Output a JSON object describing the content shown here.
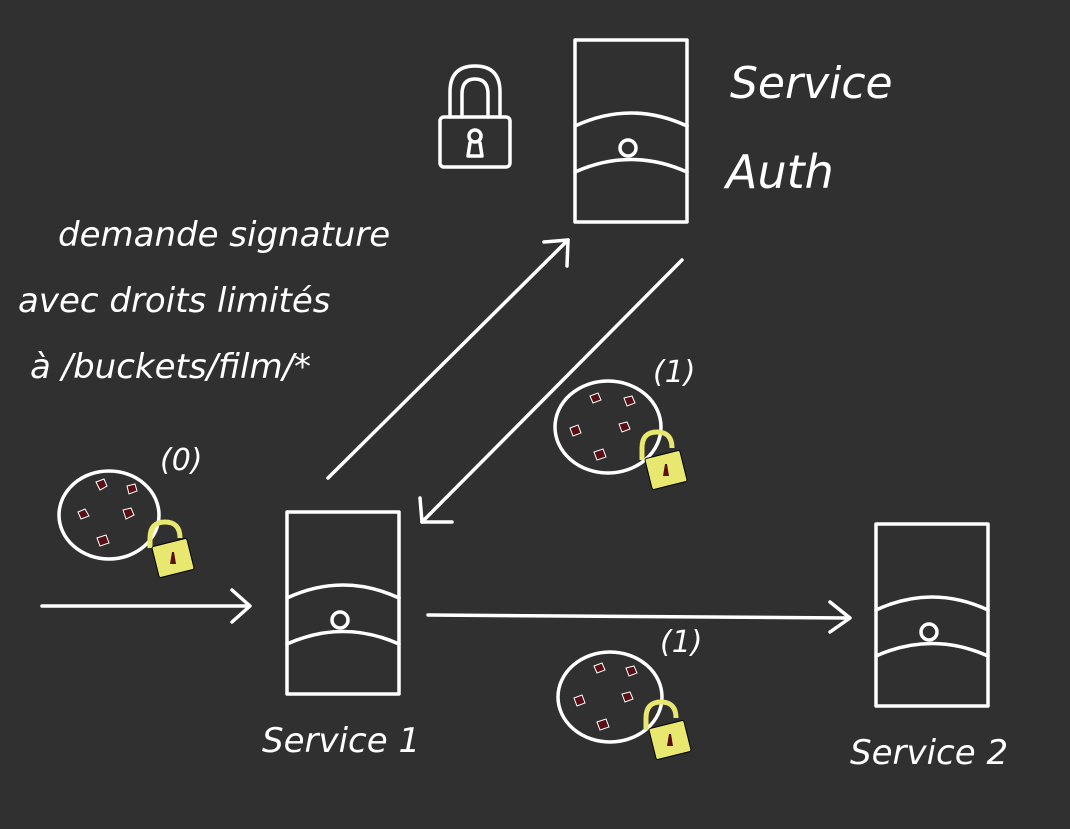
{
  "services": {
    "auth": {
      "line1": "Service",
      "line2": "Auth"
    },
    "service1": {
      "label": "Service 1"
    },
    "service2": {
      "label": "Service 2"
    }
  },
  "request_note": {
    "line1": "demande signature",
    "line2": "avec droits limités",
    "line3": "à /buckets/film/*"
  },
  "cookies": {
    "initial": {
      "label": "(0)"
    },
    "from_auth": {
      "label": "(1)"
    },
    "to_service2": {
      "label": "(1)"
    }
  },
  "colors": {
    "background": "#303030",
    "chalk": "#ffffff",
    "cookie_chip": "#5a0f14",
    "padlock": "#e8e870"
  },
  "icons": {
    "auth_padlock": "padlock-icon",
    "cookie_lock": "padlock-icon",
    "server": "server-icon",
    "cookie": "cookie-icon"
  }
}
